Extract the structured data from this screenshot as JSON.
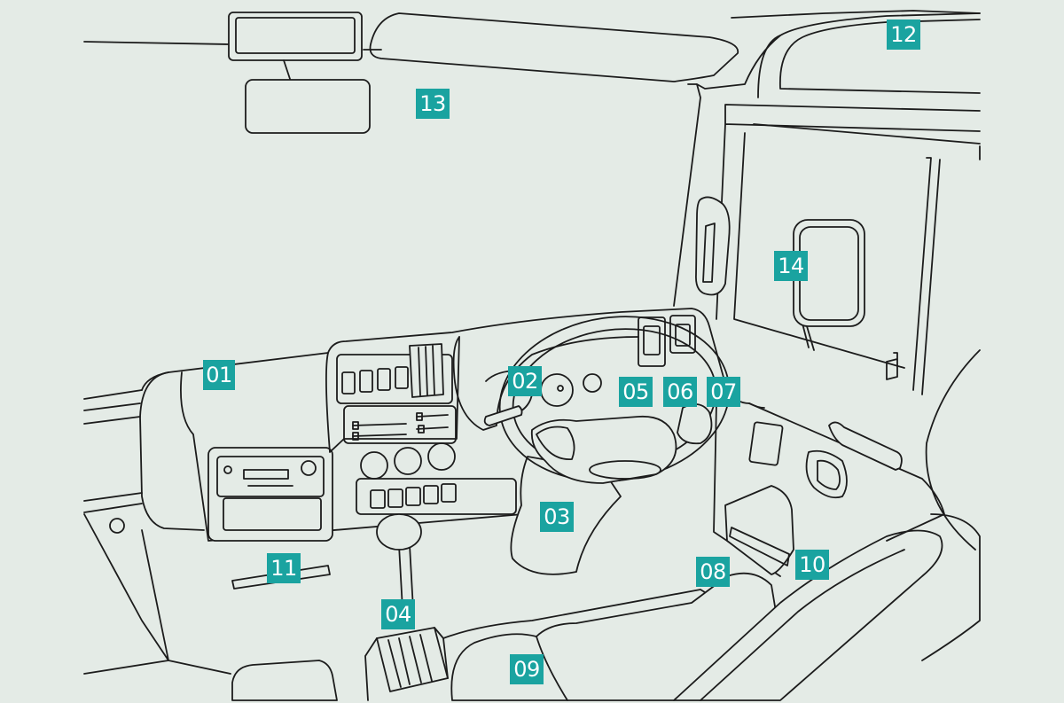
{
  "colors": {
    "background": "#e4ebe6",
    "line": "#1c1c1c",
    "callout": "#1aa3a0",
    "callout_text": "#ffffff"
  },
  "callouts": [
    {
      "id": "01",
      "label": "01"
    },
    {
      "id": "02",
      "label": "02"
    },
    {
      "id": "03",
      "label": "03"
    },
    {
      "id": "04",
      "label": "04"
    },
    {
      "id": "05",
      "label": "05"
    },
    {
      "id": "06",
      "label": "06"
    },
    {
      "id": "07",
      "label": "07"
    },
    {
      "id": "08",
      "label": "08"
    },
    {
      "id": "09",
      "label": "09"
    },
    {
      "id": "10",
      "label": "10"
    },
    {
      "id": "11",
      "label": "11"
    },
    {
      "id": "12",
      "label": "12"
    },
    {
      "id": "13",
      "label": "13"
    },
    {
      "id": "14",
      "label": "14"
    }
  ]
}
